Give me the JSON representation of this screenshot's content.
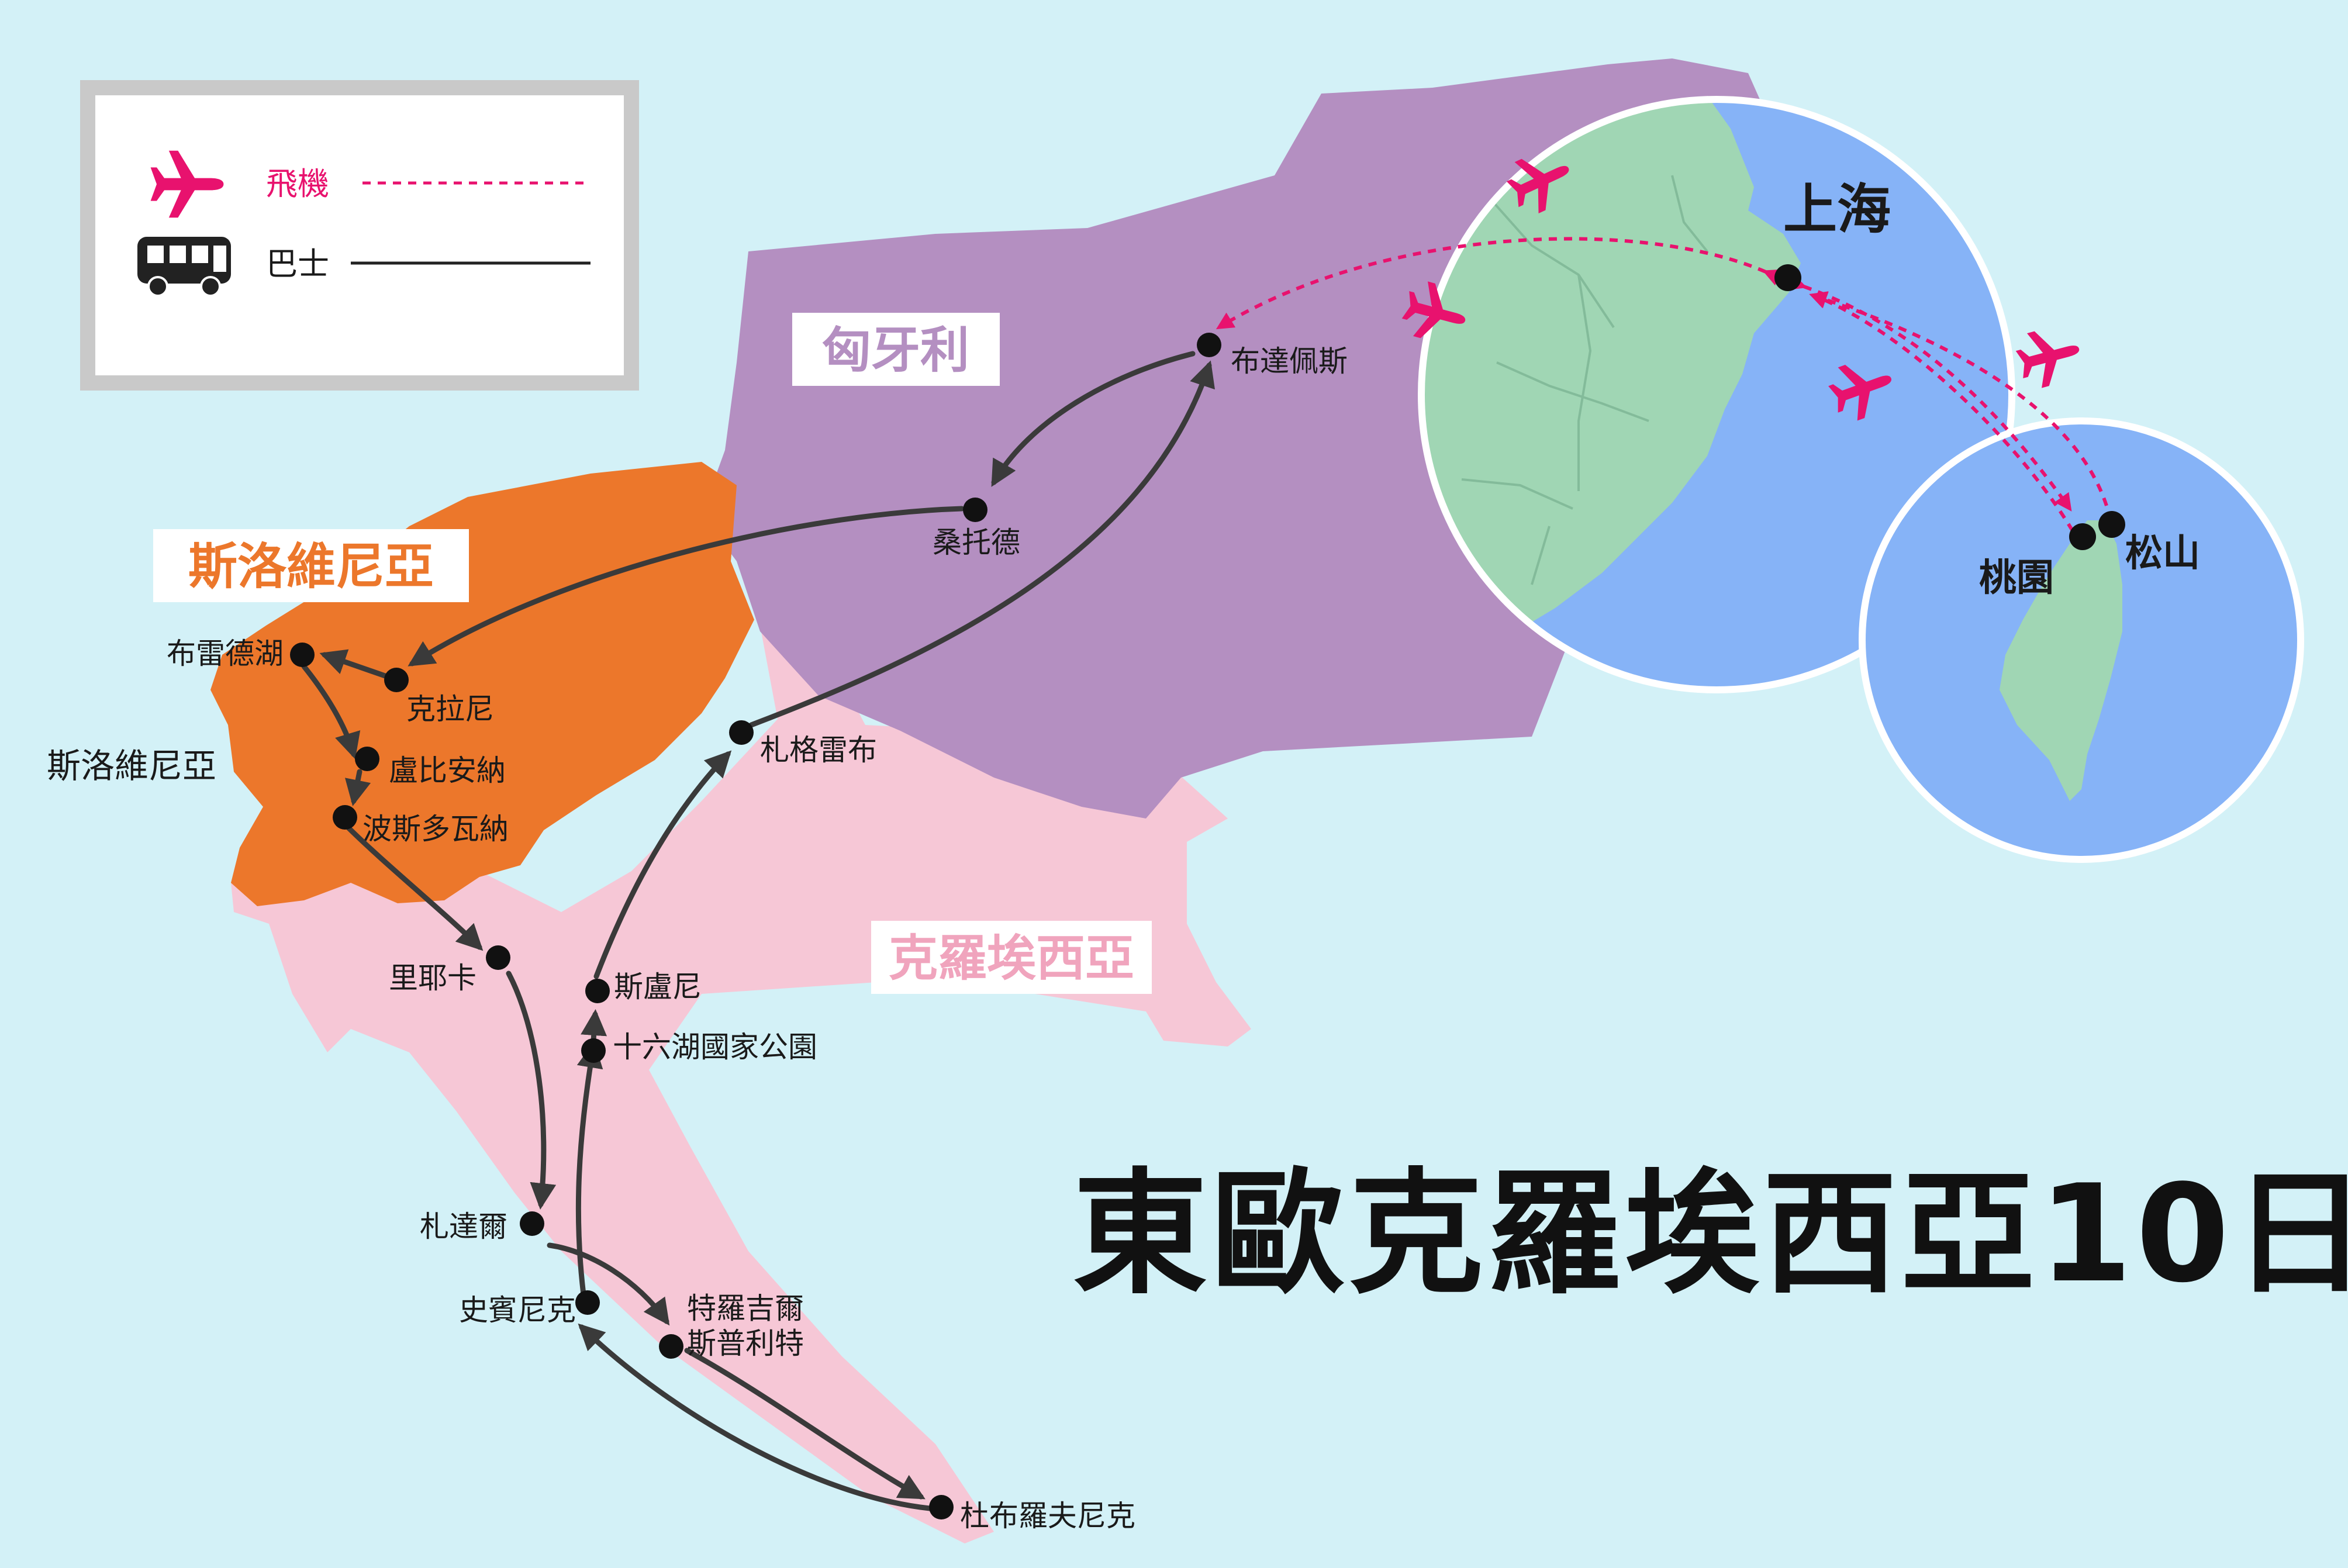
{
  "title": "東歐克羅埃西亞10日",
  "legend": {
    "items": [
      {
        "label": "飛機",
        "icon": "airplane-icon",
        "line": "dashed",
        "color": "#e8126e"
      },
      {
        "label": "巴士",
        "icon": "bus-icon",
        "line": "solid",
        "color": "#222222"
      }
    ]
  },
  "countries": [
    {
      "name": "匈牙利",
      "color": "#b48fc1"
    },
    {
      "name": "斯洛維尼亞",
      "color": "#ec772b"
    },
    {
      "name": "克羅埃西亞",
      "color": "#f6c7d6"
    }
  ],
  "region_label": "斯洛維尼亞",
  "cities": [
    {
      "name": "布達佩斯"
    },
    {
      "name": "桑托德"
    },
    {
      "name": "克拉尼"
    },
    {
      "name": "布雷德湖"
    },
    {
      "name": "盧比安納"
    },
    {
      "name": "波斯多瓦納"
    },
    {
      "name": "里耶卡"
    },
    {
      "name": "札達爾"
    },
    {
      "name": "史賓尼克"
    },
    {
      "name": "特羅吉爾"
    },
    {
      "name": "斯普利特"
    },
    {
      "name": "杜布羅夫尼克"
    },
    {
      "name": "十六湖國家公園"
    },
    {
      "name": "斯盧尼"
    },
    {
      "name": "札格雷布"
    }
  ],
  "inset_china": {
    "city": "上海"
  },
  "inset_taiwan": {
    "cities": [
      "桃園",
      "松山"
    ]
  },
  "colors": {
    "sea": "#d3f1f7",
    "inset_sea": "#86b3f7",
    "inset_land": "#a0d6b4",
    "flight": "#e8126e",
    "bus": "#3a3a3a"
  }
}
